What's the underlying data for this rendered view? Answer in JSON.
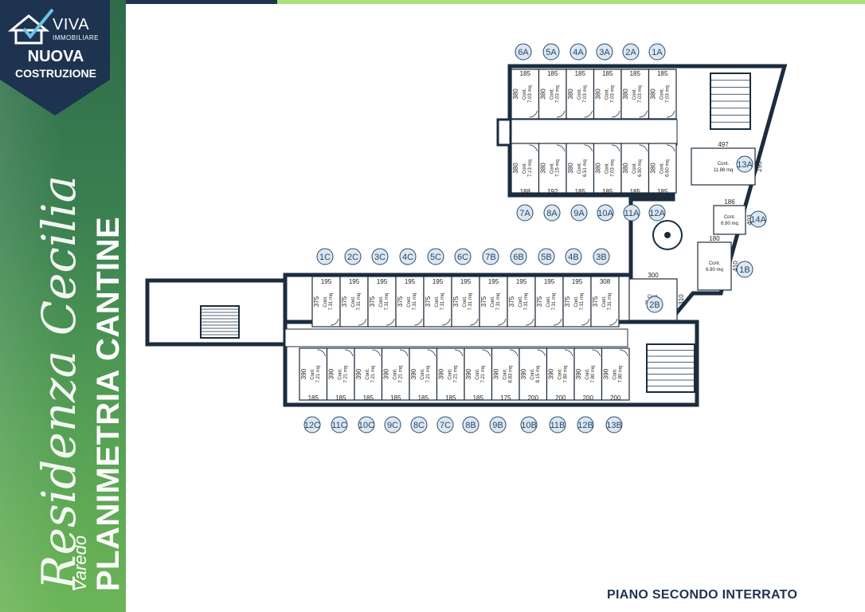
{
  "brand": {
    "name": "VIVA",
    "subtitle": "IMMOBILIARE",
    "badge_line1": "NUOVA",
    "badge_line2": "COSTRUZIONE"
  },
  "project": {
    "script_name": "Residenza Cecilia",
    "town": "Varedo",
    "title_part1": "PLANIMETRIA",
    "title_part2": "CANTINE"
  },
  "floor_label": "PIANO SECONDO INTERRATO",
  "colors": {
    "sidebar_dark": "#2f6b4b",
    "sidebar_light": "#6cb557",
    "badge": "#1d3350",
    "wall": "#1b2c3e",
    "tag_fill": "#dce7f1",
    "tag_text": "#27496a"
  },
  "blocks": {
    "north_top": {
      "tags": [
        "6A",
        "5A",
        "4A",
        "3A",
        "2A",
        "1A"
      ],
      "widths": [
        "185",
        "185",
        "185",
        "185",
        "185",
        "185"
      ],
      "depth": "380",
      "cell_label": "Cont.",
      "areas": [
        "7.03 mq",
        "7.03 mq",
        "7.03 mq",
        "7.03 mq",
        "7.03 mq",
        "7.03 mq"
      ]
    },
    "north_bottom": {
      "tags": [
        "7A",
        "8A",
        "9A",
        "10A",
        "11A",
        "12A"
      ],
      "widths": [
        "188",
        "192",
        "185",
        "185",
        "185",
        "185"
      ],
      "depth": "380",
      "cell_label": "Cont.",
      "areas": [
        "7.13 mq",
        "7.15 mq",
        "6.51 mq",
        "7.03 mq",
        "6.90 mq",
        "6.60 mq"
      ]
    },
    "east": {
      "tags": [
        "13A",
        "14A",
        "1B",
        "2B"
      ],
      "cells": [
        {
          "label": "Cont.",
          "area": "11.88 mq",
          "w": "497",
          "h": "295"
        },
        {
          "label": "Cont.",
          "area": "6.90 mq",
          "w": "186",
          "h": "403"
        },
        {
          "label": "Cont.",
          "area": "6.90 mq",
          "w": "180",
          "h": "410"
        },
        {
          "label": "Cont.",
          "area": "7.91 mq",
          "w": "300",
          "h": "310"
        }
      ]
    },
    "west_top": {
      "tags": [
        "1C",
        "2C",
        "3C",
        "4C",
        "5C",
        "6C",
        "7B",
        "6B",
        "5B",
        "4B",
        "3B"
      ],
      "widths": [
        "195",
        "195",
        "195",
        "195",
        "195",
        "195",
        "195",
        "195",
        "195",
        "195",
        "308"
      ],
      "depth": "375",
      "cell_label": "Cont.",
      "areas": [
        "7.31 mq",
        "7.31 mq",
        "7.31 mq",
        "7.31 mq",
        "7.31 mq",
        "7.31 mq",
        "7.31 mq",
        "7.31 mq",
        "7.31 mq",
        "7.31 mq",
        "7.31 mq"
      ]
    },
    "west_bottom": {
      "tags": [
        "12C",
        "11C",
        "10C",
        "9C",
        "8C",
        "7C",
        "8B",
        "9B",
        "10B",
        "11B",
        "12B",
        "13B"
      ],
      "widths": [
        "185",
        "185",
        "185",
        "185",
        "185",
        "185",
        "185",
        "175",
        "200",
        "200",
        "200",
        "200"
      ],
      "depth": "390",
      "cell_label": "Cont.",
      "areas": [
        "7.21 mq",
        "7.21 mq",
        "7.21 mq",
        "7.21 mq",
        "7.21 mq",
        "7.21 mq",
        "7.21 mq",
        "6.83 mq",
        "8.15 mq",
        "7.80 mq",
        "7.80 mq",
        "7.80 mq"
      ]
    }
  }
}
